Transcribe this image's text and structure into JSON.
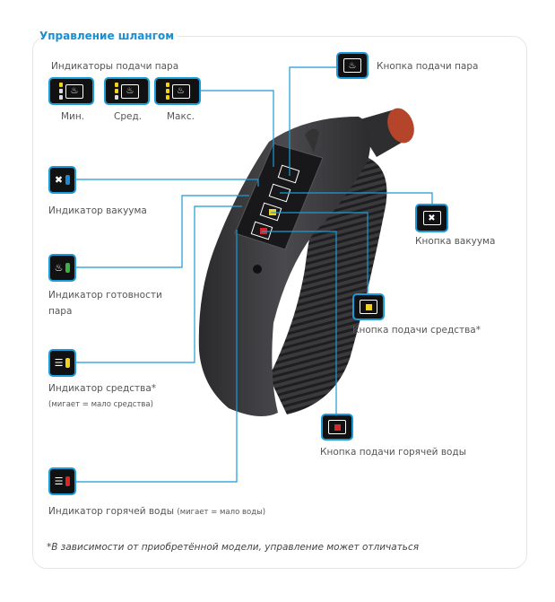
{
  "title": "Управление шлангом",
  "steam_indicators": {
    "label": "Индикаторы подачи пара",
    "levels": [
      {
        "label": "Мин.",
        "leds": [
          "#f2d21a",
          "#dddddd",
          "#dddddd"
        ]
      },
      {
        "label": "Сред.",
        "leds": [
          "#f2d21a",
          "#f2d21a",
          "#dddddd"
        ]
      },
      {
        "label": "Макс.",
        "leds": [
          "#f2d21a",
          "#f2d21a",
          "#f2d21a"
        ]
      }
    ]
  },
  "left_callouts": {
    "vacuum_indicator": {
      "label": "Индикатор вакуума",
      "color": "#1e88d8"
    },
    "steam_ready_indicator": {
      "label": "Индикатор готовности пара",
      "color": "#3db043"
    },
    "detergent_indicator": {
      "label": "Индикатор средства*",
      "note": "(мигает = мало средства)",
      "color": "#f2d21a"
    },
    "hot_water_indicator": {
      "label": "Индикатор горячей воды",
      "note": "(мигает = мало воды)",
      "color": "#d62828"
    }
  },
  "right_callouts": {
    "steam_button": {
      "label": "Кнопка подачи пара"
    },
    "vacuum_button": {
      "label": "Кнопка вакуума"
    },
    "detergent_button": {
      "label": "Кнопка подачи средства*",
      "color": "#f2d21a"
    },
    "hot_water_button": {
      "label": "Кнопка подачи горячей воды",
      "color": "#d62828"
    }
  },
  "footnote": "*В зависимости от приобретённой модели, управление может отличаться",
  "line_color": "#1b9bd8"
}
